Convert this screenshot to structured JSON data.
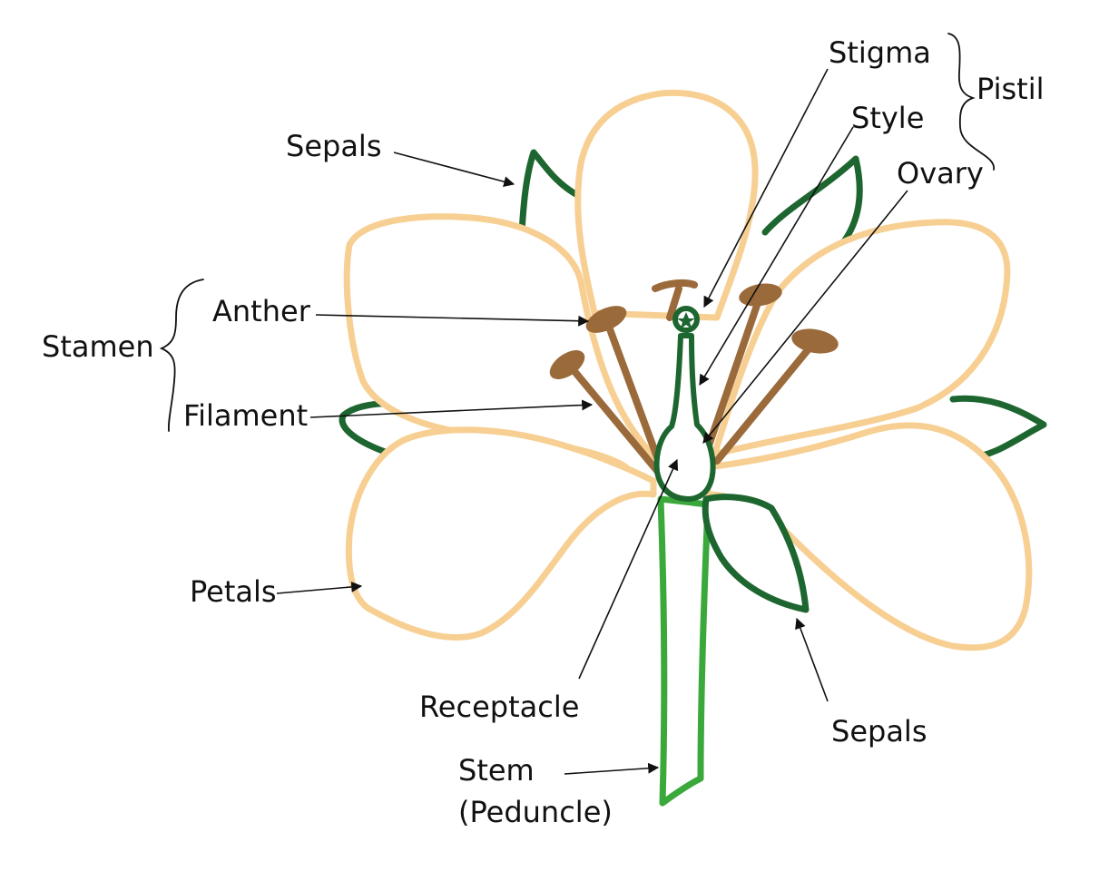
{
  "colors": {
    "petal": "#f7cf92",
    "sepal": "#1d6630",
    "stamen": "#9b6a3b",
    "stem": "#3aa83a"
  },
  "labels": {
    "stigma": "Stigma",
    "pistil": "Pistil",
    "style": "Style",
    "ovary": "Ovary",
    "sepals_top": "Sepals",
    "anther": "Anther",
    "stamen": "Stamen",
    "filament": "Filament",
    "petals": "Petals",
    "receptacle": "Receptacle",
    "sepals_bottom": "Sepals",
    "stem_line1": "Stem",
    "stem_line2": "(Peduncle)"
  }
}
